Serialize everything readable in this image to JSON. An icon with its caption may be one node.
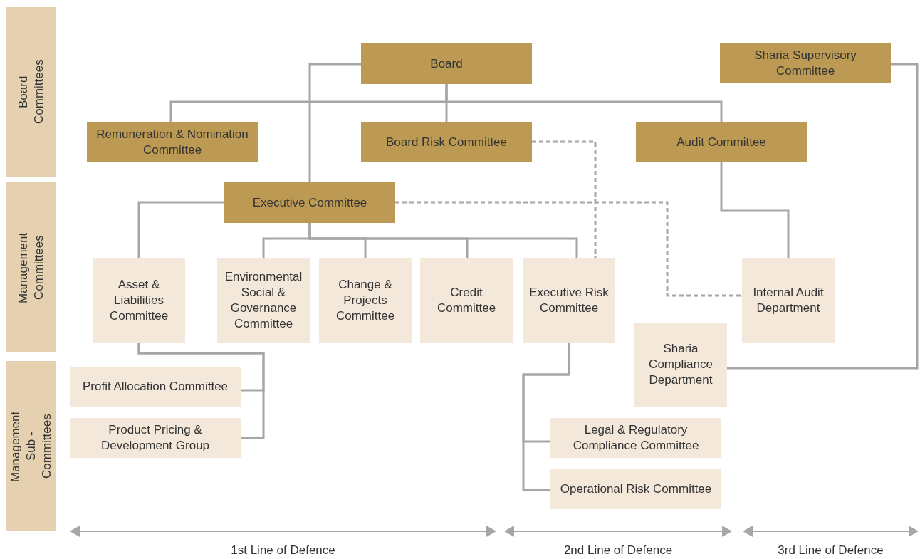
{
  "diagram": {
    "nodes": [
      {
        "text": [
          "Board"
        ]
      },
      {
        "text": [
          "Sharia Supervisory Committee"
        ]
      },
      {
        "text": [
          "Remuneration & Nomination Committee"
        ]
      },
      {
        "text": [
          "Board Risk Committee"
        ]
      },
      {
        "text": [
          "Audit Committee"
        ]
      },
      {
        "text": [
          "Executive Committee"
        ]
      },
      {
        "text": [
          "Asset & Liabilities Committee"
        ]
      },
      {
        "text": [
          "Environmental Social & Governance Committee"
        ]
      },
      {
        "text": [
          "Change & Projects Committee"
        ]
      },
      {
        "text": [
          "Credit Committee"
        ]
      },
      {
        "text": [
          "Executive Risk Committee"
        ]
      },
      {
        "text": [
          "Internal Audit Department"
        ]
      },
      {
        "text": [
          "Sharia Compliance Department"
        ]
      },
      {
        "text": [
          "Profit Allocation Committee"
        ]
      },
      {
        "text": [
          "Product Pricing & Development Group"
        ]
      },
      {
        "text": [
          "Legal & Regulatory Compliance Committee"
        ]
      },
      {
        "text": [
          "Operational Risk Committee"
        ]
      },
      {
        "text": [
          "Board Committees"
        ]
      },
      {
        "text": [
          "Management Committees"
        ]
      },
      {
        "text": [
          "Management Sub - Committees"
        ]
      }
    ],
    "edges": [
      {
        "from": 0,
        "to": 2,
        "arrow": "none"
      },
      {
        "from": 0,
        "to": 3,
        "arrow": "none"
      },
      {
        "from": 0,
        "to": 4,
        "arrow": "none"
      },
      {
        "from": 0,
        "to": 5,
        "arrow": "none"
      },
      {
        "from": 5,
        "to": 6,
        "arrow": "none"
      },
      {
        "from": 5,
        "to": 7,
        "arrow": "none"
      },
      {
        "from": 5,
        "to": 8,
        "arrow": "none"
      },
      {
        "from": 5,
        "to": 9,
        "arrow": "none"
      },
      {
        "from": 5,
        "to": 10,
        "arrow": "none"
      },
      {
        "from": 3,
        "to": 10,
        "arrow": "none",
        "style": "dashed"
      },
      {
        "from": 5,
        "to": 11,
        "arrow": "none",
        "style": "dashed"
      },
      {
        "from": 4,
        "to": 11,
        "arrow": "none"
      },
      {
        "from": 1,
        "to": 12,
        "arrow": "none"
      },
      {
        "from": 6,
        "to": 13,
        "arrow": "none"
      },
      {
        "from": 6,
        "to": 14,
        "arrow": "none"
      },
      {
        "from": 10,
        "to": 15,
        "arrow": "none"
      },
      {
        "from": 10,
        "to": 16,
        "arrow": "none"
      }
    ],
    "labels": [
      "1st Line of Defence",
      "2nd Line of Defence",
      "3rd Line of Defence"
    ]
  }
}
